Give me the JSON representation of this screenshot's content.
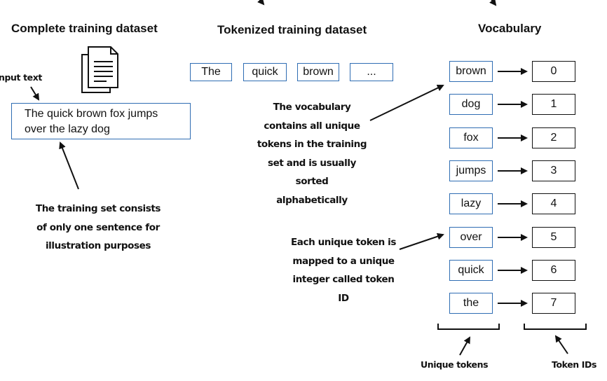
{
  "headings": {
    "complete_dataset": "Complete training dataset",
    "tokenized_dataset": "Tokenized training dataset",
    "vocabulary": "Vocabulary"
  },
  "input": {
    "label": "nput text",
    "text_line1": "The quick brown fox jumps",
    "text_line2": "over the lazy dog"
  },
  "tokenized_tokens": [
    "The",
    "quick",
    "brown",
    "..."
  ],
  "vocabulary": [
    {
      "token": "brown",
      "id": "0"
    },
    {
      "token": "dog",
      "id": "1"
    },
    {
      "token": "fox",
      "id": "2"
    },
    {
      "token": "jumps",
      "id": "3"
    },
    {
      "token": "lazy",
      "id": "4"
    },
    {
      "token": "over",
      "id": "5"
    },
    {
      "token": "quick",
      "id": "6"
    },
    {
      "token": "the",
      "id": "7"
    }
  ],
  "notes": {
    "training_set": [
      "The training set consists",
      "of only one sentence for",
      "illustration purposes"
    ],
    "vocabulary": [
      "The vocabulary",
      "contains all unique",
      "tokens in the training",
      "set and is usually",
      "sorted",
      "alphabetically"
    ],
    "mapping": [
      "Each unique token is",
      "mapped to a unique",
      "integer called token",
      "ID"
    ]
  },
  "bottom_labels": {
    "unique_tokens": "Unique tokens",
    "token_ids": "Token IDs"
  },
  "colors": {
    "token_border": "#2f6db3",
    "id_border": "#111111",
    "arrow": "#111111"
  },
  "icons": [
    "document-icon"
  ]
}
